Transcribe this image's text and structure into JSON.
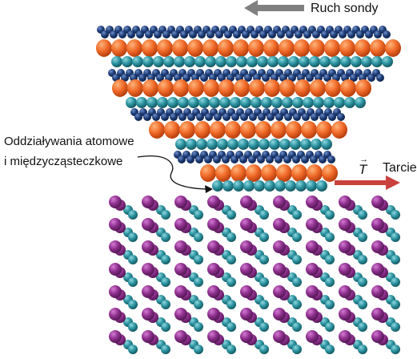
{
  "labels": {
    "probe_motion": "Ruch sondy",
    "interaction_line1": "Oddziaływania atomowe",
    "interaction_line2": "i międzycząsteczkowe",
    "friction": "Tarcie",
    "force_symbol": "T",
    "force_arrow_glyph": "→"
  },
  "colors": {
    "probe_motion_arrow": "#808080",
    "friction_arrow": "#c9413c",
    "probe_orange_atom": "#f06a28",
    "probe_navy_atom": "#1f3f7a",
    "teal_atom": "#2b93a0",
    "surface_purple_atom": "#8c2e8c",
    "text": "#111111"
  },
  "icons": {
    "probe_motion_arrow": "left-arrow-icon",
    "friction_arrow": "right-arrow-icon",
    "interaction_pointer": "curved-pointer-arrow-icon"
  }
}
